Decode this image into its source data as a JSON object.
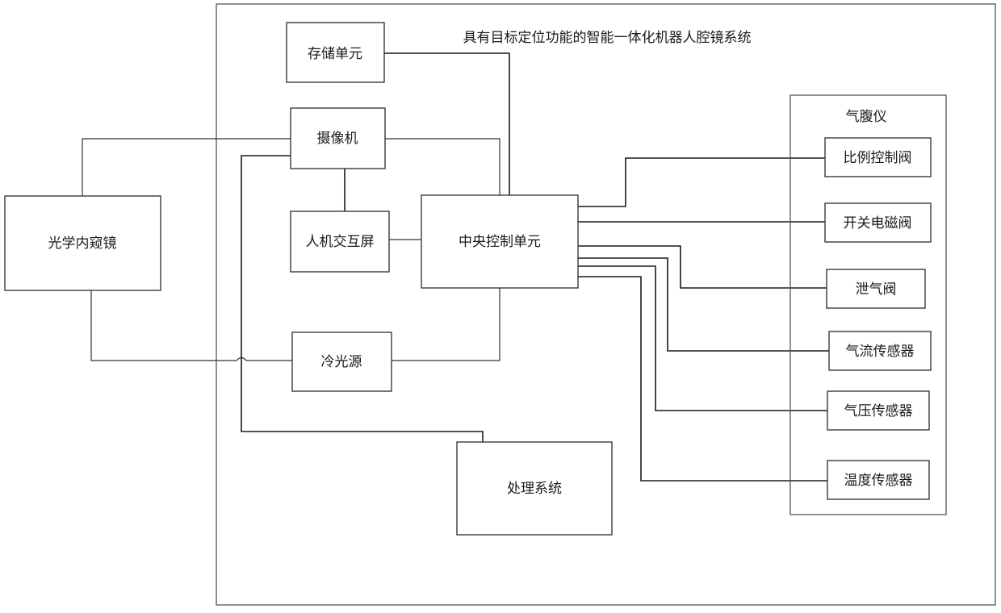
{
  "diagram": {
    "title": "具有目标定位功能的智能一体化机器人腔镜系统",
    "nodes": {
      "storage": "存储单元",
      "camera": "摄像机",
      "optical_scope": "光学内窥镜",
      "hmi_screen": "人机交互屏",
      "central_control": "中央控制单元",
      "cold_light": "冷光源",
      "processing": "处理系统"
    },
    "insufflator": {
      "label": "气腹仪",
      "components": {
        "proportional_valve": "比例控制阀",
        "switch_solenoid": "开关电磁阀",
        "relief_valve": "泄气阀",
        "flow_sensor": "气流传感器",
        "pressure_sensor": "气压传感器",
        "temp_sensor": "温度传感器"
      }
    }
  }
}
